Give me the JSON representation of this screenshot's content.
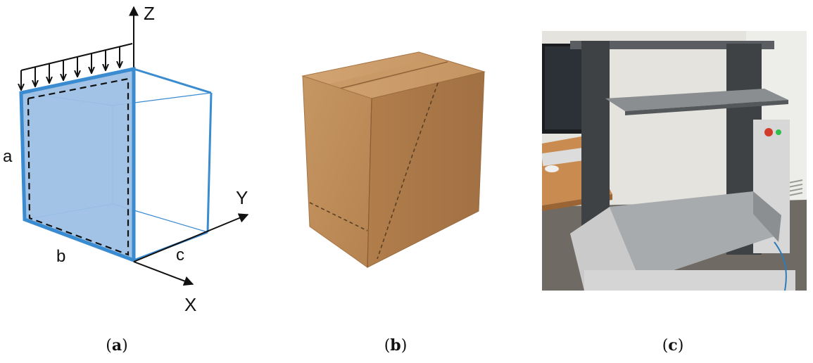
{
  "figure": {
    "panel_a": {
      "axis_z": "Z",
      "axis_y": "Y",
      "axis_x": "X",
      "dim_a": "a",
      "dim_b": "b",
      "dim_c": "c",
      "caption_letter": "a",
      "colors": {
        "box_edge": "#3a8bd0",
        "face_fill": "#9dc0e4",
        "dashed": "#111111"
      }
    },
    "panel_b": {
      "caption_letter": "b",
      "colors": {
        "cardboard": "#c89a63",
        "cardboard_dark": "#a9794a"
      }
    },
    "panel_c": {
      "caption_letter": "c",
      "colors": {
        "frame": "#4a4d50",
        "plate": "#9ea3a6",
        "wall": "#e7e6e1"
      }
    }
  }
}
